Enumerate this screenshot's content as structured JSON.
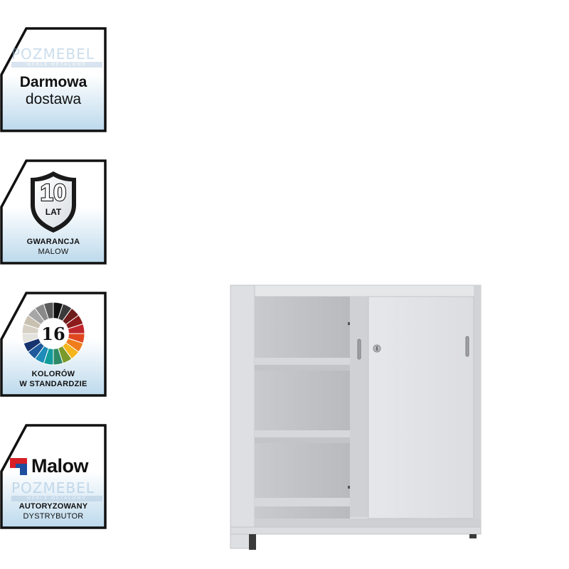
{
  "badges": {
    "delivery": {
      "line1": "Darmowa",
      "line2": "dostawa",
      "watermark": "POZMEBEL",
      "watermark_sub": "MEBLE METALOWE"
    },
    "warranty": {
      "number": "10",
      "unit": "LAT",
      "line1": "GWARANCJA",
      "line2": "MALOW"
    },
    "colors": {
      "number": "16",
      "line1": "KOLORÓW",
      "line2": "W STANDARDZIE"
    },
    "distributor": {
      "brand": "Malow",
      "watermark": "POZMEBEL",
      "watermark_sub": "MEBLE METALOWE",
      "line1": "AUTORYZOWANY",
      "line2": "DYSTRYBUTOR"
    }
  },
  "colors": {
    "badge_border": "#111111",
    "badge_bg_start": "#ffffff",
    "badge_bg_end": "#bcd9ec",
    "malow_red": "#d71f26",
    "malow_blue": "#1f4e9e",
    "cabinet": "#dcdde0"
  },
  "palette": [
    "#111111",
    "#3a3a3a",
    "#6e1c1c",
    "#8e1b1b",
    "#c0262c",
    "#e0471f",
    "#ef7d1c",
    "#f5b51c",
    "#7a9a2c",
    "#2e8a66",
    "#139c9c",
    "#1d8cb8",
    "#1e5a9c",
    "#16346e",
    "#e4e2dc",
    "#d6d0c4",
    "#c8c0b0",
    "#a6a6a6",
    "#8a8a8a",
    "#5a5a5a"
  ],
  "icons": {
    "delivery": "delivery-badge-icon",
    "warranty": "shield-icon",
    "colors": "color-wheel-icon",
    "distributor": "malow-logo-icon"
  }
}
